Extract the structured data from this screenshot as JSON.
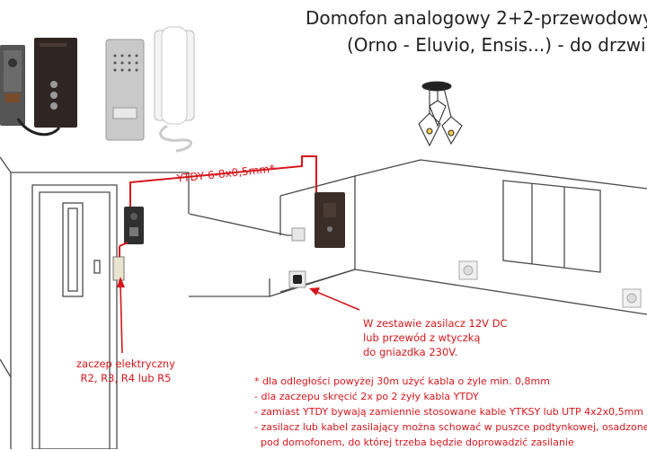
{
  "title": {
    "line1": "Domofon analogowy 2+2-przewodowy",
    "line2": "(Orno - Eluvio, Ensis...) - do drzwi"
  },
  "labels": {
    "cable": "YTDY 6-8x0,5mm*",
    "kit_line1": "W zestawie zasilacz 12V DC",
    "kit_line2": "lub przewód z wtyczką",
    "kit_line3": "do gniazdka 230V.",
    "strike_line1": "zaczep elektryczny",
    "strike_line2": "R2, R3, R4 lub R5"
  },
  "notes": [
    "* dla odległości powyżej 30m użyć kabla o żyle min. 0,8mm",
    "- dla zaczepu skręcić 2x po 2 żyły kabla YTDY",
    "- zamiast YTDY bywają zamiennie stosowane kable YTKSY lub UTP 4x2x0,5mm",
    "- zasilacz lub kabel zasilający można schować w puszce podtynkowej, osadzonej",
    "  pod domofonem, do której trzeba będzie doprowadzić zasilanie"
  ],
  "colors": {
    "accent": "#d6161b",
    "outline": "#4a4a4a",
    "text": "#222222"
  },
  "icons": [
    "lamp-icon",
    "socket-icon",
    "switch-icon",
    "power-adapter-icon",
    "intercom-handset-icon",
    "door-panel-icon"
  ]
}
